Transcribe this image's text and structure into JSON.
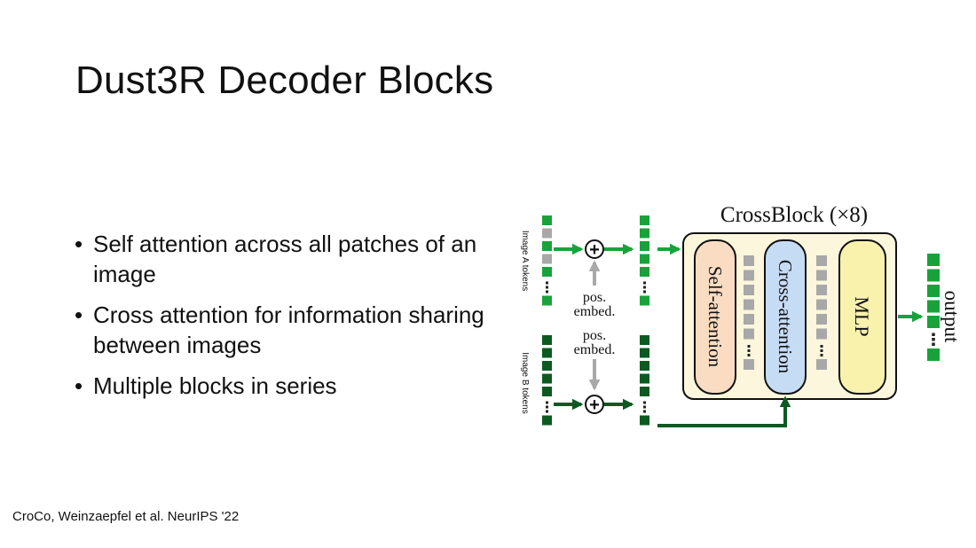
{
  "slide": {
    "title": "Dust3R Decoder Blocks",
    "bullets": [
      "Self attention across all patches of an image",
      "Cross attention for information sharing between images",
      "Multiple blocks in series"
    ],
    "citation": "CroCo, Weinzaepfel et al. NeurIPS '22"
  },
  "diagram": {
    "block_title": "CrossBlock (×8)",
    "image_a_label": "Image A tokens",
    "image_b_label": "Image B tokens",
    "pos_embed_a_line1": "pos.",
    "pos_embed_a_line2": "embed.",
    "pos_embed_b_line1": "pos.",
    "pos_embed_b_line2": "embed.",
    "plus_a": "+",
    "plus_b": "+",
    "self_attention_label": "Self-attention",
    "cross_attention_label": "Cross-attention",
    "mlp_label": "MLP",
    "output_label": "output",
    "colors": {
      "token_light_green": "#1aa23a",
      "token_dark_green": "#0c5a22",
      "token_gray": "#a8a8a8",
      "block_bg": "#fbf6dc",
      "self_attention_fill": "#f9dcc2",
      "cross_attention_fill": "#c6dcf5",
      "mlp_fill": "#f9f2ad",
      "arrow_gray": "#a8a8a8"
    }
  }
}
